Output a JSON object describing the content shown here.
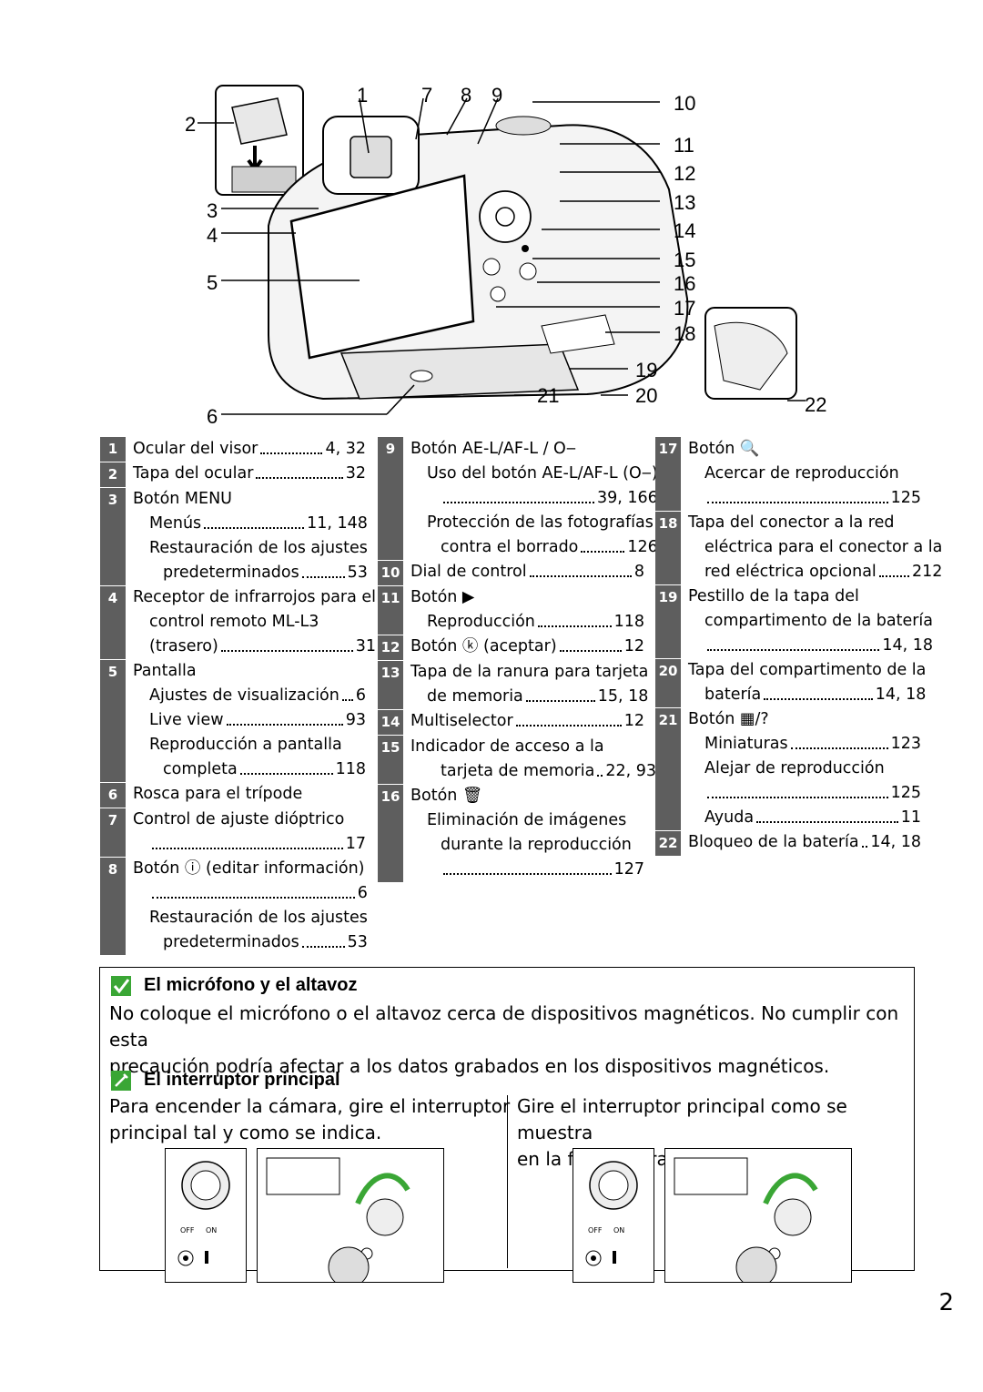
{
  "callouts": [
    "1",
    "2",
    "3",
    "4",
    "5",
    "6",
    "7",
    "8",
    "9",
    "10",
    "11",
    "12",
    "13",
    "14",
    "15",
    "16",
    "17",
    "18",
    "19",
    "20",
    "21",
    "22"
  ],
  "legend": {
    "col1": [
      {
        "num": "1",
        "lines": [
          {
            "t": "Ocular del visor",
            "p": "4, 32",
            "dots": true
          }
        ]
      },
      {
        "num": "2",
        "lines": [
          {
            "t": "Tapa del ocular",
            "p": "32",
            "dots": true
          }
        ]
      },
      {
        "num": "3",
        "lines": [
          {
            "t": "Botón MENU"
          },
          {
            "t": "Menús",
            "p": "11, 148",
            "dots": true,
            "ind": 1
          },
          {
            "t": "Restauración de los ajustes",
            "ind": 1
          },
          {
            "t": "predeterminados",
            "p": "53",
            "dots": true,
            "ind": 2
          }
        ]
      },
      {
        "num": "4",
        "lines": [
          {
            "t": "Receptor de infrarrojos para el"
          },
          {
            "t": "control remoto ML-L3",
            "ind": 1
          },
          {
            "t": "(trasero)",
            "p": "31",
            "dots": true,
            "ind": 1
          }
        ]
      },
      {
        "num": "5",
        "lines": [
          {
            "t": "Pantalla"
          },
          {
            "t": "Ajustes de visualización",
            "p": "6",
            "dots": true,
            "ind": 1
          },
          {
            "t": "Live view",
            "p": "93",
            "dots": true,
            "ind": 1
          },
          {
            "t": "Reproducción a pantalla",
            "ind": 1
          },
          {
            "t": "completa",
            "p": "118",
            "dots": true,
            "ind": 2
          }
        ]
      },
      {
        "num": "6",
        "lines": [
          {
            "t": "Rosca para el trípode"
          }
        ]
      },
      {
        "num": "7",
        "lines": [
          {
            "t": "Control de ajuste dióptrico"
          },
          {
            "t": "",
            "p": "17",
            "dots": true,
            "ind": 1
          }
        ]
      },
      {
        "num": "8",
        "lines": [
          {
            "t": "Botón ⓘ (editar información)"
          },
          {
            "t": "",
            "p": "6",
            "dots": true,
            "ind": 1
          },
          {
            "t": "Restauración de los ajustes",
            "ind": 1
          },
          {
            "t": "predeterminados",
            "p": "53",
            "dots": true,
            "ind": 2
          }
        ]
      }
    ],
    "col2": [
      {
        "num": "9",
        "lines": [
          {
            "t": "Botón AE-L/AF-L / O‒"
          },
          {
            "t": "Uso del botón AE-L/AF-L (O‒)",
            "ind": 1
          },
          {
            "t": "",
            "p": "39, 166",
            "dots": true,
            "ind": 2
          },
          {
            "t": "Protección de las fotografías",
            "ind": 1
          },
          {
            "t": "contra el borrado",
            "p": "126",
            "dots": true,
            "ind": 2
          }
        ]
      },
      {
        "num": "10",
        "lines": [
          {
            "t": "Dial de control",
            "p": "8",
            "dots": true
          }
        ]
      },
      {
        "num": "11",
        "lines": [
          {
            "t": "Botón ▶"
          },
          {
            "t": "Reproducción",
            "p": "118",
            "dots": true,
            "ind": 1
          }
        ]
      },
      {
        "num": "12",
        "lines": [
          {
            "t": "Botón ⓚ (aceptar)",
            "p": "12",
            "dots": true
          }
        ]
      },
      {
        "num": "13",
        "lines": [
          {
            "t": "Tapa de la ranura para tarjeta"
          },
          {
            "t": "de memoria",
            "p": "15, 18",
            "dots": true,
            "ind": 1
          }
        ]
      },
      {
        "num": "14",
        "lines": [
          {
            "t": "Multiselector",
            "p": "12",
            "dots": true
          }
        ]
      },
      {
        "num": "15",
        "lines": [
          {
            "t": "Indicador de acceso a la"
          },
          {
            "t": "tarjeta de memoria",
            "p": "22, 93",
            "dots": true,
            "ind": 2
          }
        ]
      },
      {
        "num": "16",
        "lines": [
          {
            "t": "Botón 🗑"
          },
          {
            "t": "Eliminación de imágenes",
            "ind": 1
          },
          {
            "t": "durante la reproducción",
            "ind": 2
          },
          {
            "t": "",
            "p": "127",
            "dots": true,
            "ind": 2
          }
        ]
      }
    ],
    "col3": [
      {
        "num": "17",
        "lines": [
          {
            "t": "Botón 🔍"
          },
          {
            "t": "Acercar de reproducción",
            "ind": 1
          },
          {
            "t": "",
            "p": "125",
            "dots": true,
            "ind": 1
          }
        ]
      },
      {
        "num": "18",
        "lines": [
          {
            "t": "Tapa del conector a la red"
          },
          {
            "t": "eléctrica para el conector a la",
            "ind": 1
          },
          {
            "t": "red eléctrica opcional",
            "p": "212",
            "dots": true,
            "ind": 1
          }
        ]
      },
      {
        "num": "19",
        "lines": [
          {
            "t": "Pestillo de la tapa del"
          },
          {
            "t": "compartimento de la batería",
            "ind": 1
          },
          {
            "t": "",
            "p": "14, 18",
            "dots": true,
            "ind": 1
          }
        ]
      },
      {
        "num": "20",
        "lines": [
          {
            "t": "Tapa del compartimento de la"
          },
          {
            "t": "batería",
            "p": "14, 18",
            "dots": true,
            "ind": 1
          }
        ]
      },
      {
        "num": "21",
        "lines": [
          {
            "t": "Botón ▦/?"
          },
          {
            "t": "Miniaturas",
            "p": "123",
            "dots": true,
            "ind": 1
          },
          {
            "t": "Alejar de reproducción",
            "ind": 1
          },
          {
            "t": "",
            "p": "125",
            "dots": true,
            "ind": 1
          },
          {
            "t": "Ayuda",
            "p": "11",
            "dots": true,
            "ind": 1
          }
        ]
      },
      {
        "num": "22",
        "lines": [
          {
            "t": "Bloqueo de la batería",
            "p": "14, 18",
            "dots": true
          }
        ]
      }
    ]
  },
  "notes": {
    "mic_title": "El micrófono y el altavoz",
    "mic_text_1": "No coloque el micrófono o el altavoz cerca de dispositivos magnéticos. No cumplir con esta",
    "mic_text_2": "precaución podría afectar a los datos grabados en los dispositivos magnéticos.",
    "switch_title": "El interruptor principal",
    "switch_on_1": "Para encender la cámara, gire el interruptor",
    "switch_on_2": "principal tal y como se indica.",
    "switch_off_1": "Gire el interruptor principal como se muestra",
    "switch_off_2": "en la figura para apagar la cámara.",
    "off_label": "OFF",
    "on_label": "ON"
  },
  "page_number": "2",
  "colors": {
    "num_cell": "#5e5e5e",
    "check_green": "#3aa635"
  }
}
